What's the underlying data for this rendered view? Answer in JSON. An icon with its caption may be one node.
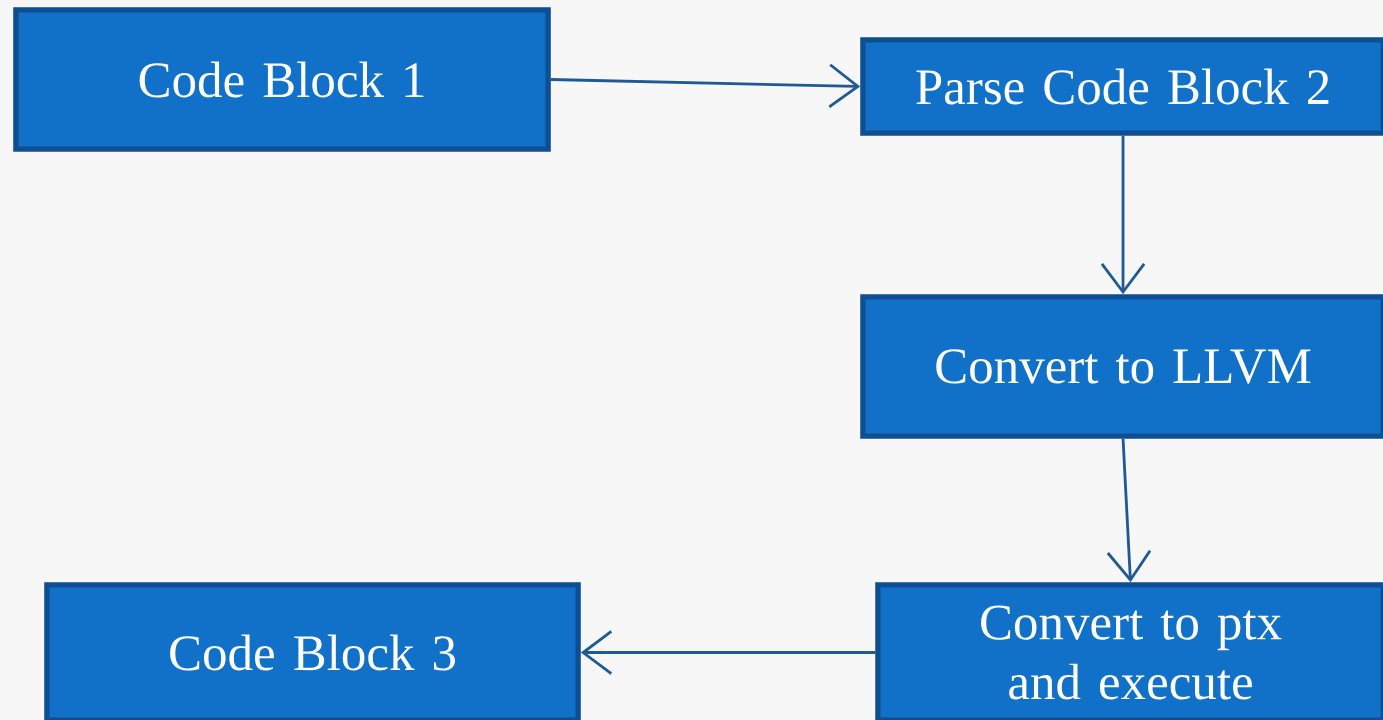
{
  "diagram": {
    "nodes": [
      {
        "text": [
          "Code Block 1"
        ]
      },
      {
        "text": [
          "Parse Code Block 2"
        ]
      },
      {
        "text": [
          "Convert to LLVM"
        ]
      },
      {
        "text": [
          "Convert to ptx and execute"
        ]
      },
      {
        "text": [
          "Code Block 3"
        ]
      }
    ],
    "edges": [
      {
        "from": 0,
        "to": 1,
        "arrow": "to"
      },
      {
        "from": 1,
        "to": 2,
        "arrow": "to"
      },
      {
        "from": 2,
        "to": 3,
        "arrow": "to"
      },
      {
        "from": 3,
        "to": 4,
        "arrow": "to"
      }
    ]
  }
}
